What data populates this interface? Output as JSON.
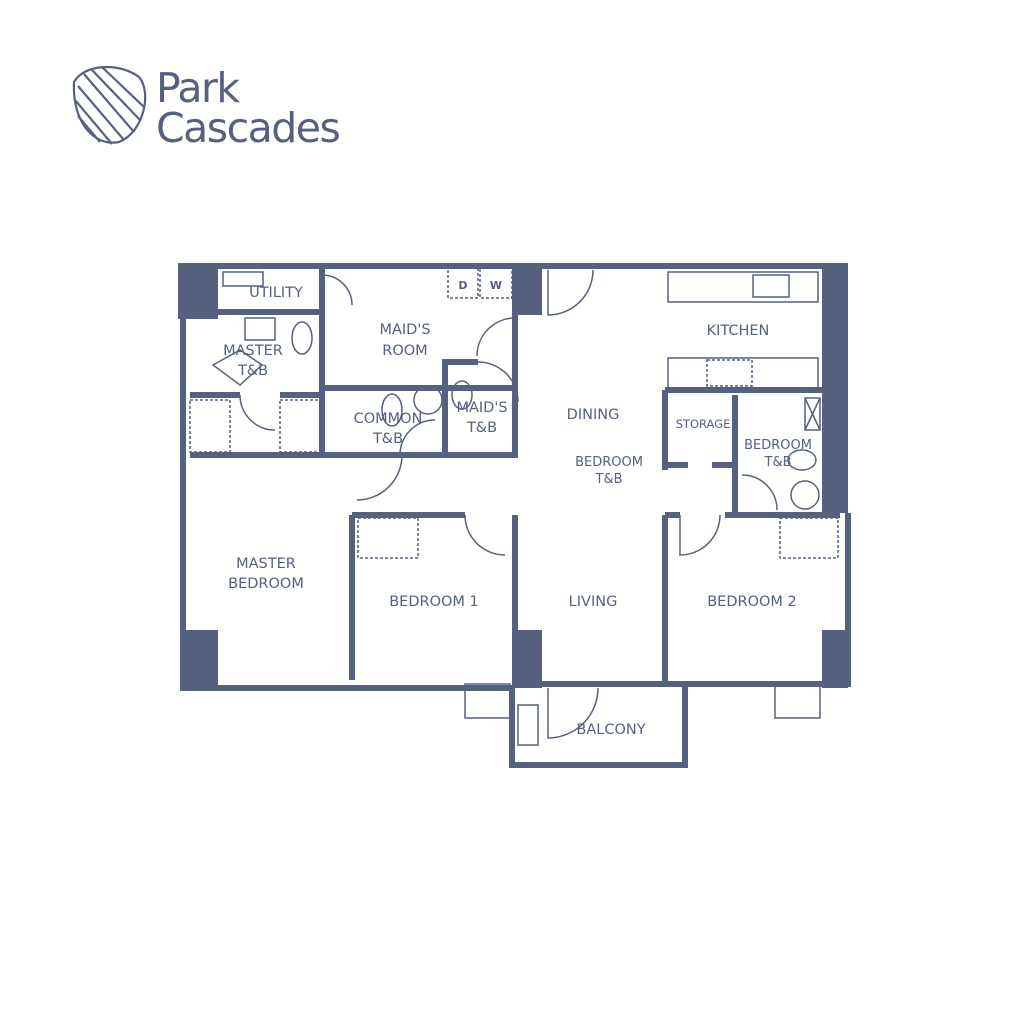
{
  "brand": {
    "line1": "Park",
    "line2": "Cascades",
    "color": "#56617f"
  },
  "rooms": {
    "utility": "UTILITY",
    "maids_room": [
      "MAID'S",
      "ROOM"
    ],
    "master_tb": [
      "MASTER",
      "T&B"
    ],
    "common_tb": [
      "COMMON",
      "T&B"
    ],
    "maids_tb": [
      "MAID'S",
      "T&B"
    ],
    "kitchen": "KITCHEN",
    "dining": "DINING",
    "bedroom_tb_center": [
      "BEDROOM",
      "T&B"
    ],
    "storage": "STORAGE",
    "bedroom_tb_right": [
      "BEDROOM",
      "T&B"
    ],
    "master_bedroom": [
      "MASTER",
      "BEDROOM"
    ],
    "bedroom1": "BEDROOM 1",
    "living": "LIVING",
    "bedroom2": "BEDROOM 2",
    "balcony": "BALCONY"
  },
  "appliances": {
    "dryer": "D",
    "washer": "W"
  }
}
